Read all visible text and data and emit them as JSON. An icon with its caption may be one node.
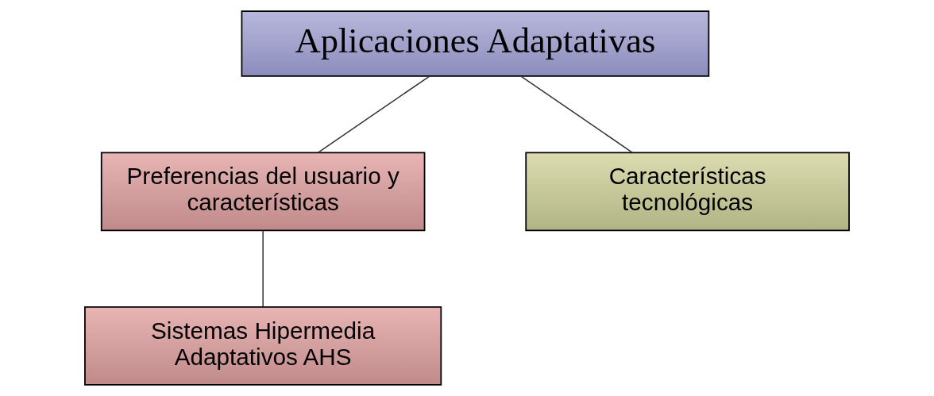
{
  "diagram": {
    "nodes": [
      {
        "text": [
          "Aplicaciones Adaptativas"
        ]
      },
      {
        "text": [
          "Preferencias del usuario y características"
        ]
      },
      {
        "text": [
          "Características tecnológicas"
        ]
      },
      {
        "text": [
          "Sistemas Hipermedia Adaptativos AHS"
        ]
      }
    ],
    "edges": [
      {
        "from": 0,
        "to": 1,
        "arrow": "none"
      },
      {
        "from": 0,
        "to": 2,
        "arrow": "none"
      },
      {
        "from": 1,
        "to": 3,
        "arrow": "none"
      }
    ]
  }
}
